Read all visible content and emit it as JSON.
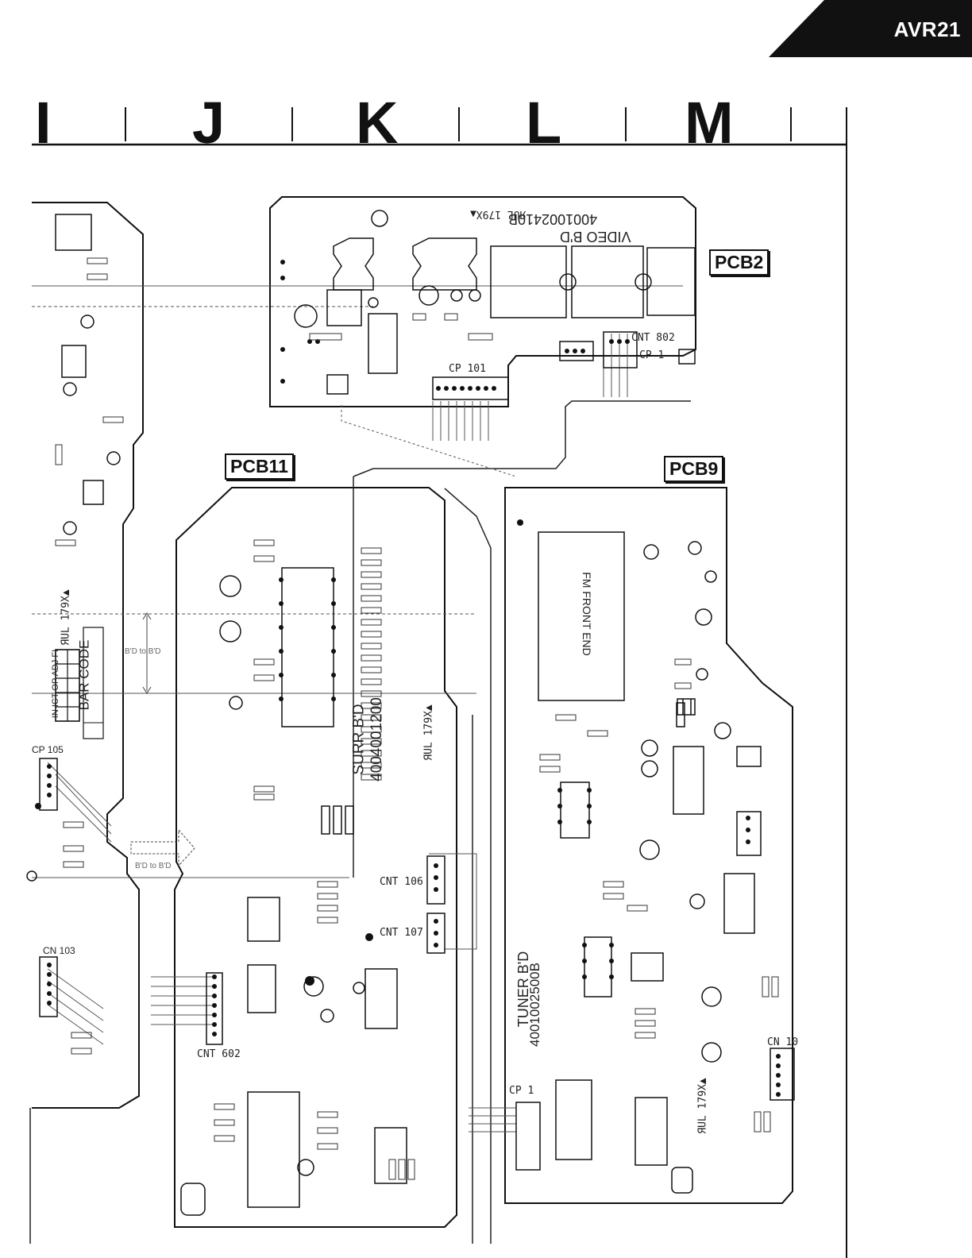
{
  "header": {
    "model": "AVR21"
  },
  "columns": [
    "I",
    "J",
    "K",
    "L",
    "M"
  ],
  "boards": {
    "pcb2": {
      "label": "PCB2",
      "silkscreen_name": "VIDEO B'D",
      "part_no": "4001002410B",
      "cert": "ЯUL 179X▲",
      "connectors": [
        "CP 101",
        "CNT 802",
        "CP 1"
      ]
    },
    "pcb11": {
      "label": "PCB11",
      "silkscreen_name": "SURR B'D",
      "part_no": "4004001200",
      "cert": "ЯUL 179X▲",
      "connectors": [
        "CNT 106",
        "CNT 107",
        "CNT 602"
      ]
    },
    "pcb9": {
      "label": "PCB9",
      "silkscreen_name": "TUNER B'D",
      "part_no": "4001002500B",
      "module": "FM FRONT END",
      "cert": "ЯUL 179X▲",
      "connectors": [
        "CN 10",
        "CP 1"
      ]
    }
  },
  "left_board": {
    "bar_code": "BAR CODE",
    "adj_header": "IN ICT OP ADJ FI",
    "cert": "ЯUL 179X▲",
    "connectors": [
      "CP 105",
      "CN 103"
    ],
    "annotations": [
      "B'D to B'D",
      "B'D to B'D"
    ]
  }
}
